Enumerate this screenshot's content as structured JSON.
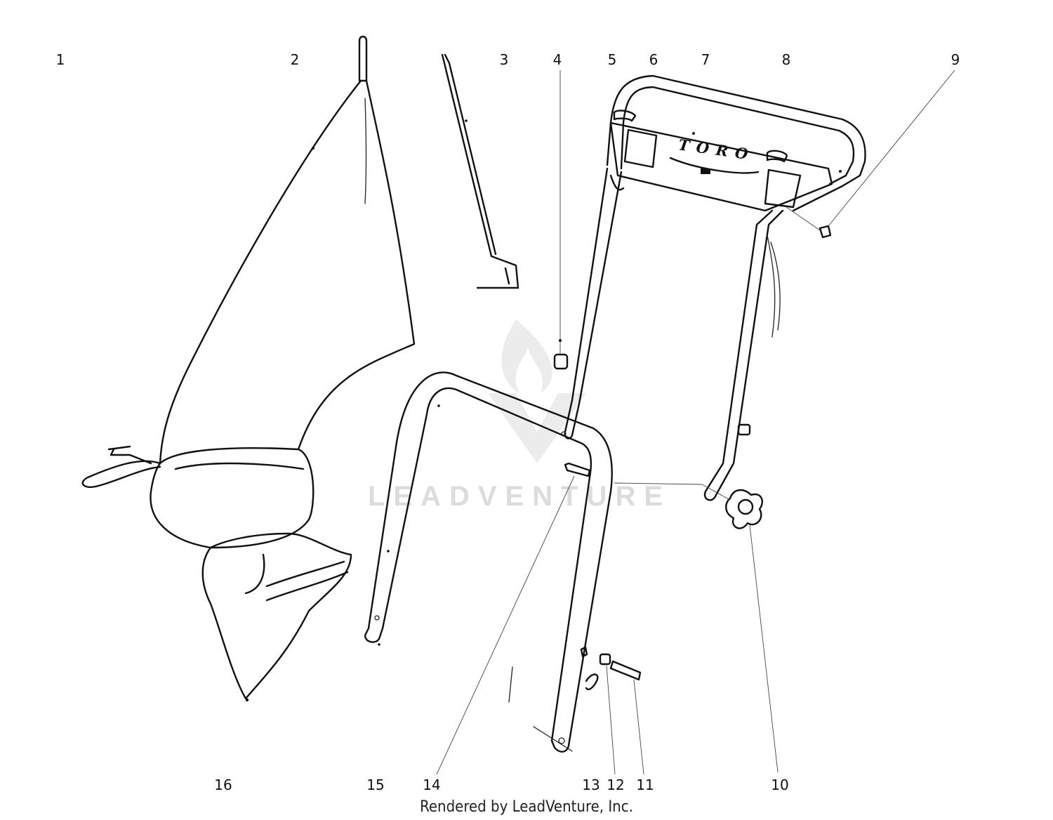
{
  "diagram": {
    "callouts": [
      {
        "id": "c1",
        "label": "1"
      },
      {
        "id": "c2",
        "label": "2"
      },
      {
        "id": "c3",
        "label": "3"
      },
      {
        "id": "c4",
        "label": "4"
      },
      {
        "id": "c5",
        "label": "5"
      },
      {
        "id": "c6",
        "label": "6"
      },
      {
        "id": "c7",
        "label": "7"
      },
      {
        "id": "c8",
        "label": "8"
      },
      {
        "id": "c9",
        "label": "9"
      },
      {
        "id": "c10",
        "label": "10"
      },
      {
        "id": "c11",
        "label": "11"
      },
      {
        "id": "c12",
        "label": "12"
      },
      {
        "id": "c13",
        "label": "13"
      },
      {
        "id": "c14",
        "label": "14"
      },
      {
        "id": "c15",
        "label": "15"
      },
      {
        "id": "c16",
        "label": "16"
      }
    ],
    "handle_brand_text": "TORO",
    "watermark_text": "LEADVENTURE",
    "credit_text": "Rendered by LeadVenture, Inc."
  }
}
